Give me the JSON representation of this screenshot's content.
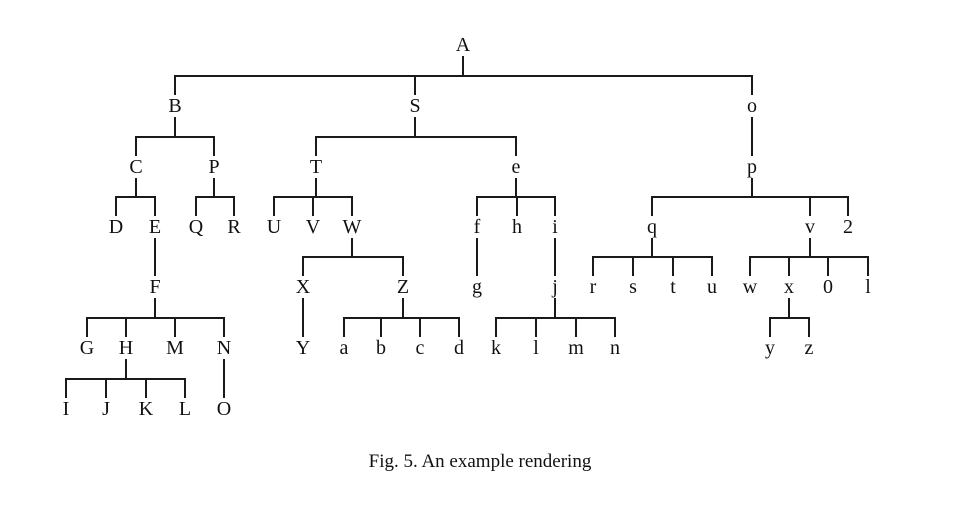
{
  "figure": {
    "caption": "Fig. 5. An example rendering",
    "tree": {
      "label": "A",
      "children": [
        {
          "label": "B",
          "children": [
            {
              "label": "C",
              "children": [
                {
                  "label": "D"
                },
                {
                  "label": "E",
                  "children": [
                    {
                      "label": "F",
                      "children": [
                        {
                          "label": "G"
                        },
                        {
                          "label": "H",
                          "children": [
                            {
                              "label": "I"
                            },
                            {
                              "label": "J"
                            },
                            {
                              "label": "K"
                            },
                            {
                              "label": "L"
                            }
                          ]
                        },
                        {
                          "label": "M"
                        },
                        {
                          "label": "N",
                          "children": [
                            {
                              "label": "O"
                            }
                          ]
                        }
                      ]
                    }
                  ]
                }
              ]
            },
            {
              "label": "P",
              "children": [
                {
                  "label": "Q"
                },
                {
                  "label": "R"
                }
              ]
            }
          ]
        },
        {
          "label": "S",
          "children": [
            {
              "label": "T",
              "children": [
                {
                  "label": "U"
                },
                {
                  "label": "V"
                },
                {
                  "label": "W",
                  "children": [
                    {
                      "label": "X",
                      "children": [
                        {
                          "label": "Y"
                        }
                      ]
                    },
                    {
                      "label": "Z",
                      "children": [
                        {
                          "label": "a"
                        },
                        {
                          "label": "b"
                        },
                        {
                          "label": "c"
                        },
                        {
                          "label": "d"
                        }
                      ]
                    }
                  ]
                }
              ]
            },
            {
              "label": "e",
              "children": [
                {
                  "label": "f",
                  "children": [
                    {
                      "label": "g"
                    }
                  ]
                },
                {
                  "label": "h"
                },
                {
                  "label": "i",
                  "children": [
                    {
                      "label": "j",
                      "children": [
                        {
                          "label": "k"
                        },
                        {
                          "label": "l"
                        },
                        {
                          "label": "m"
                        },
                        {
                          "label": "n"
                        }
                      ]
                    }
                  ]
                }
              ]
            }
          ]
        },
        {
          "label": "o",
          "children": [
            {
              "label": "p",
              "children": [
                {
                  "label": "q",
                  "children": [
                    {
                      "label": "r"
                    },
                    {
                      "label": "s"
                    },
                    {
                      "label": "t"
                    },
                    {
                      "label": "u"
                    }
                  ]
                },
                {
                  "label": "v",
                  "children": [
                    {
                      "label": "w"
                    },
                    {
                      "label": "x",
                      "children": [
                        {
                          "label": "y"
                        },
                        {
                          "label": "z"
                        }
                      ]
                    },
                    {
                      "label": "0"
                    },
                    {
                      "label": "l"
                    }
                  ]
                },
                {
                  "label": "2"
                }
              ]
            }
          ]
        }
      ]
    }
  }
}
